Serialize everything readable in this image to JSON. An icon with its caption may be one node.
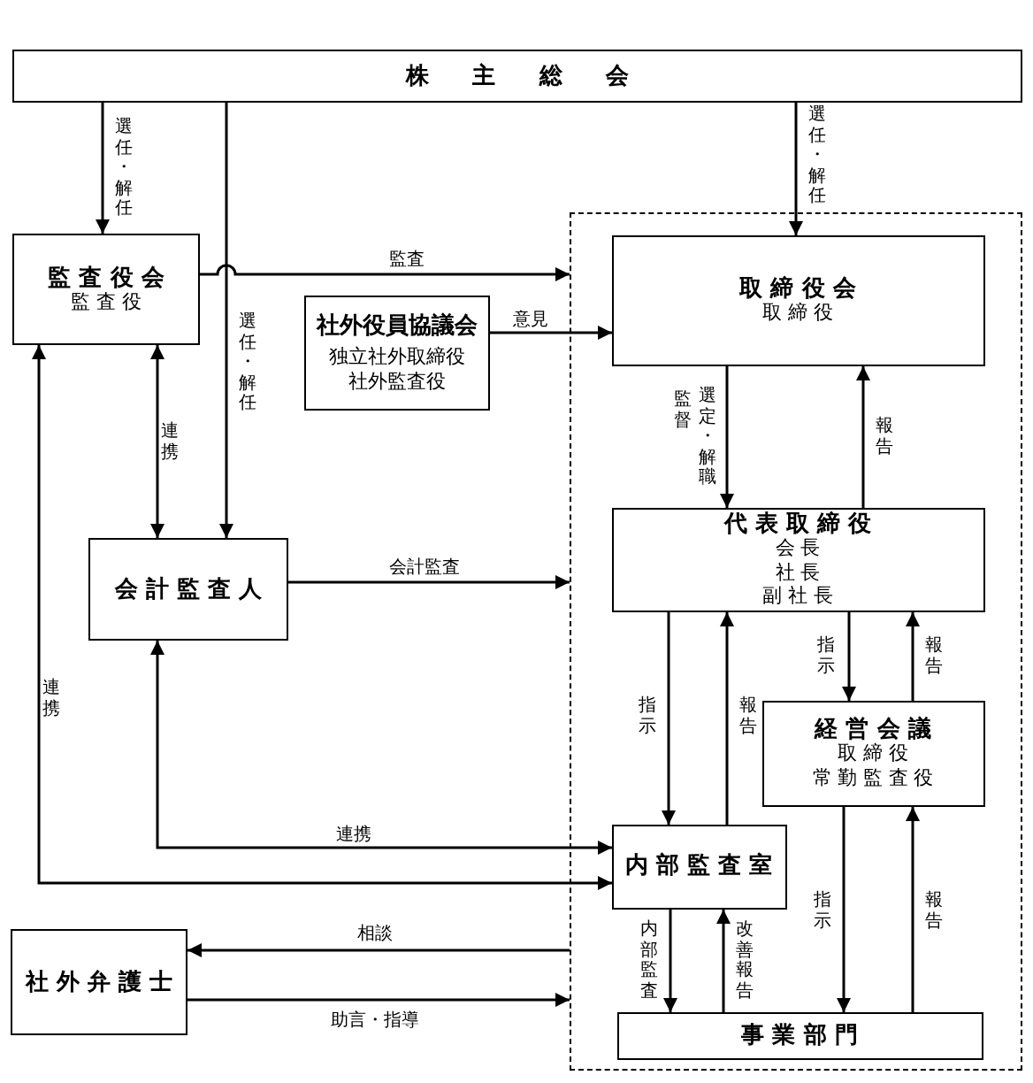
{
  "diagram": {
    "nodes": [
      {
        "text": [
          "株主総会"
        ]
      },
      {
        "text": [],
        "shape": "box"
      },
      {
        "text": [
          "監査役会",
          "監査役"
        ]
      },
      {
        "text": [
          "社外役員協議会",
          "独立社外取締役",
          "社外監査役"
        ]
      },
      {
        "text": [
          "取締役会",
          "取締役"
        ],
        "in": 1
      },
      {
        "text": [
          "代表取締役",
          "会長",
          "社長",
          "副社長"
        ],
        "in": 1
      },
      {
        "text": [
          "会計監査人"
        ]
      },
      {
        "text": [
          "経営会議",
          "取締役",
          "常勤監査役"
        ],
        "in": 1
      },
      {
        "text": [
          "内部監査室"
        ],
        "in": 1
      },
      {
        "text": [
          "社外弁護士"
        ]
      },
      {
        "text": [
          "事業部門"
        ],
        "in": 1
      }
    ],
    "edges": [
      {
        "from": 0,
        "to": 2,
        "arrow": "to",
        "label": "選任・解任"
      },
      {
        "from": 0,
        "to": 6,
        "arrow": "to",
        "label": "選任・解任"
      },
      {
        "from": 0,
        "to": 4,
        "arrow": "to",
        "label": "選任・解任"
      },
      {
        "from": 2,
        "to": 1,
        "arrow": "to",
        "label": "監査"
      },
      {
        "from": 3,
        "to": 4,
        "arrow": "to",
        "label": "意見"
      },
      {
        "from": 2,
        "to": 6,
        "arrow": "both",
        "label": "連携"
      },
      {
        "from": 4,
        "to": 5,
        "arrow": "to",
        "label": "選定・解職"
      },
      {
        "from": 5,
        "to": 4,
        "arrow": "to",
        "label": "報告"
      },
      {
        "from": 6,
        "to": 1,
        "arrow": "to",
        "label": "会計監査"
      },
      {
        "from": 5,
        "to": 8,
        "arrow": "to",
        "label": "指示"
      },
      {
        "from": 8,
        "to": 5,
        "arrow": "to",
        "label": "報告"
      },
      {
        "from": 5,
        "to": 7,
        "arrow": "to",
        "label": "指示"
      },
      {
        "from": 7,
        "to": 5,
        "arrow": "to",
        "label": "報告"
      },
      {
        "from": 8,
        "to": 6,
        "arrow": "both",
        "label": "連携"
      },
      {
        "from": 8,
        "to": 2,
        "arrow": "both",
        "label": "連携"
      },
      {
        "from": 1,
        "to": 9,
        "arrow": "to",
        "label": "相談"
      },
      {
        "from": 9,
        "to": 1,
        "arrow": "to",
        "label": "助言・指導"
      },
      {
        "from": 8,
        "to": 10,
        "arrow": "to",
        "label": "内部監査"
      },
      {
        "from": 10,
        "to": 8,
        "arrow": "to",
        "label": "改善報告"
      },
      {
        "from": 7,
        "to": 10,
        "arrow": "to",
        "label": "指示"
      },
      {
        "from": 10,
        "to": 7,
        "arrow": "to",
        "label": "報告"
      }
    ],
    "labels": [
      "監督"
    ]
  }
}
